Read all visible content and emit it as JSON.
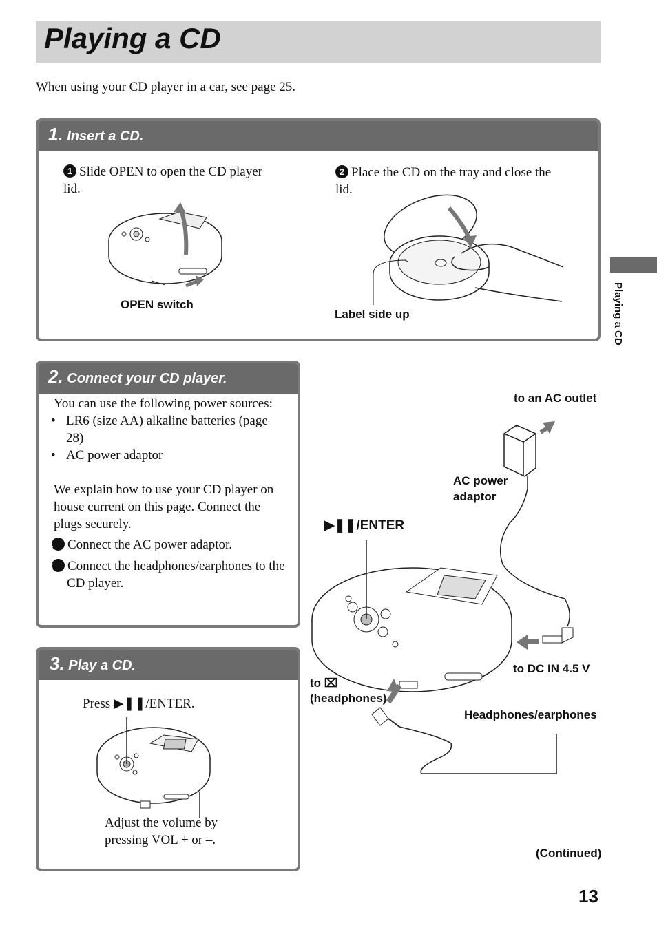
{
  "page": {
    "title": "Playing a CD",
    "intro": "When using your CD player in a car, see page 25.",
    "side_tab": "Playing a CD",
    "continued": "(Continued)",
    "page_number": "13"
  },
  "section1": {
    "num": "1.",
    "title": "Insert a CD.",
    "step1_num": "1",
    "step1_text": "Slide OPEN to open the CD player lid.",
    "step1_label": "OPEN switch",
    "step2_num": "2",
    "step2_text": "Place the CD on the tray and close the lid.",
    "step2_label": "Label side up"
  },
  "section2": {
    "num": "2.",
    "title": "Connect your CD player.",
    "p1": "You can use the following power sources:",
    "bullets": [
      "LR6 (size AA) alkaline batteries (page 28)",
      "AC power adaptor"
    ],
    "p2": "We explain how to use your CD player on house current on this page. Connect the plugs securely.",
    "step1_num": "1",
    "step1_text": "Connect the AC power adaptor.",
    "step2_num": "2",
    "step2_text": "Connect the headphones/earphones to the CD player."
  },
  "section3": {
    "num": "3.",
    "title": "Play a CD.",
    "press_text": "Press ▶❚❚/ENTER.",
    "volume_text": "Adjust the volume by pressing VOL + or –."
  },
  "diagram": {
    "to_ac_outlet": "to an AC outlet",
    "ac_power_adaptor": "AC power adaptor",
    "enter_label": "▶❚❚/ENTER",
    "to_dc_in": "to DC IN 4.5 V",
    "to_headphones_1": "to ⌧",
    "to_headphones_2": "(headphones)",
    "headphones_earphones": "Headphones/earphones"
  }
}
